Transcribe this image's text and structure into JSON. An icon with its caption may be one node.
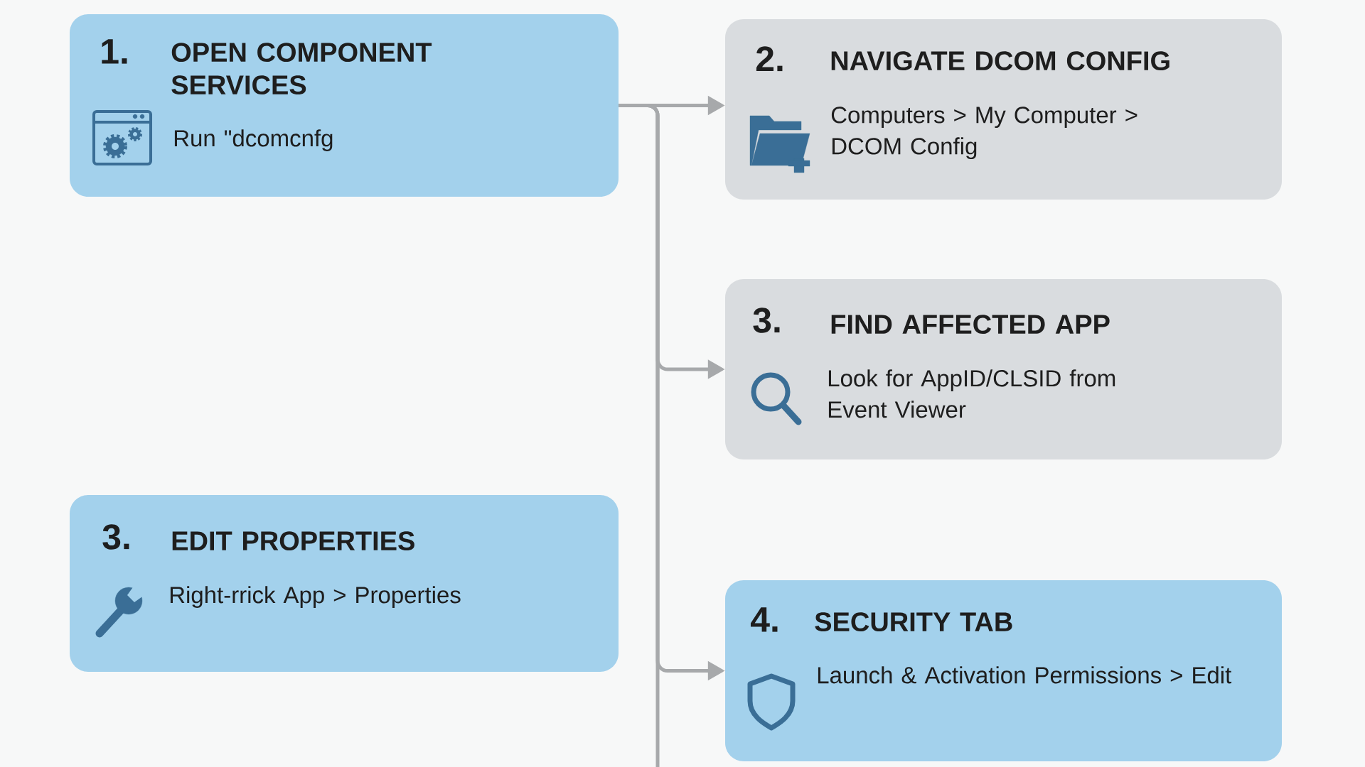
{
  "diagram": {
    "nodes": [
      {
        "text": [
          "1.",
          "OPEN COMPONENT SERVICES",
          "Run \"dcomcnfg"
        ]
      },
      {
        "text": [
          "2.",
          "NAVIGATE DCOM CONFIG",
          "Computers > My Computer > DCOM Config"
        ]
      },
      {
        "text": [
          "3.",
          "FIND AFFECTED APP",
          "Look for AppID/CLSID from Event Viewer"
        ]
      },
      {
        "text": [
          "3.",
          "EDIT PROPERTIES",
          "Right-rrick App > Properties"
        ]
      },
      {
        "text": [
          "4.",
          "SECURITY TAB",
          "Launch & Activation Permissions > Edit"
        ]
      }
    ],
    "edges": [
      {
        "from": 0,
        "to": 1,
        "arrow": "to"
      },
      {
        "from": 0,
        "to": 2,
        "arrow": "to"
      },
      {
        "from": 0,
        "to": 4,
        "arrow": "to"
      },
      {
        "from": 0,
        "to": null,
        "arrow": "none"
      }
    ]
  }
}
